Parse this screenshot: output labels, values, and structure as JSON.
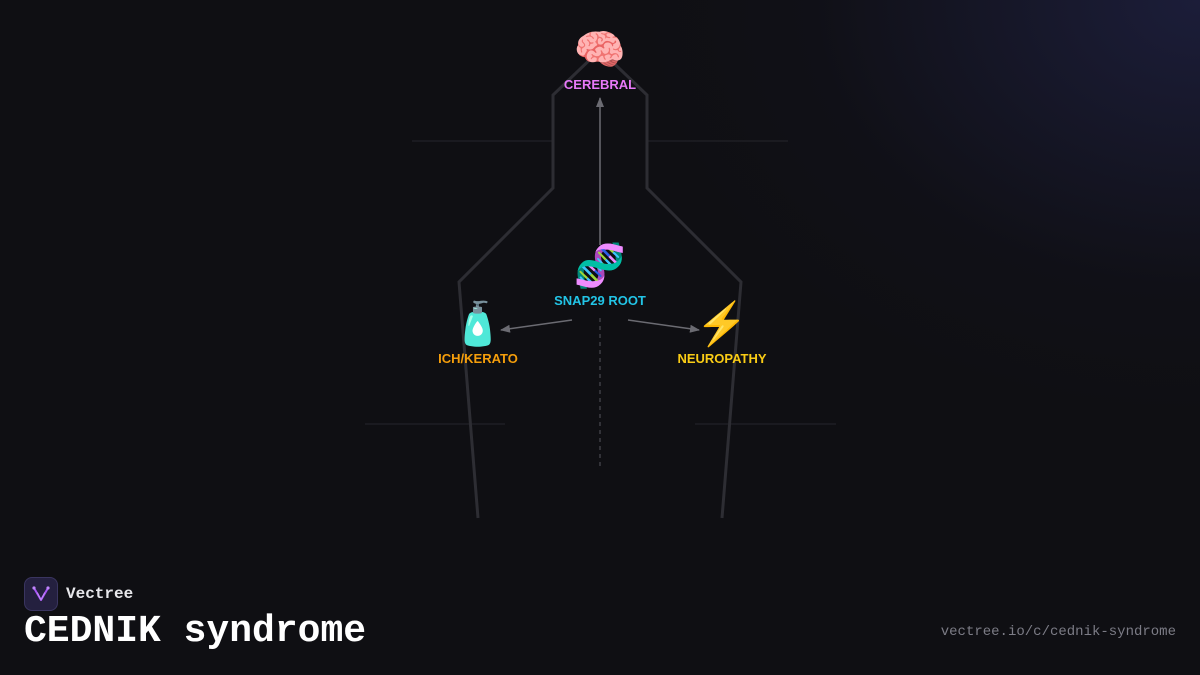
{
  "diagram": {
    "nodes": [
      {
        "id": "cerebral",
        "label": "CEREBRAL",
        "icon": "brain-icon",
        "glyph": "🧠",
        "color": "#e879f9"
      },
      {
        "id": "root",
        "label": "SNAP29 ROOT",
        "icon": "dna-icon",
        "glyph": "🧬",
        "color": "#22c4e6"
      },
      {
        "id": "ich",
        "label": "ICH/KERATO",
        "icon": "lotion-bottle-icon",
        "glyph": "🧴",
        "color": "#f59e0b"
      },
      {
        "id": "neuro",
        "label": "NEUROPATHY",
        "icon": "lightning-icon",
        "glyph": "⚡",
        "color": "#facc15"
      }
    ],
    "edges": [
      {
        "from": "root",
        "to": "cerebral"
      },
      {
        "from": "root",
        "to": "ich"
      },
      {
        "from": "root",
        "to": "neuro"
      }
    ]
  },
  "brand": {
    "name": "Vectree",
    "logo_icon": "vectree-logo-icon",
    "accent": "#a855f7"
  },
  "title": "CEDNIK syndrome",
  "url": "vectree.io/c/cednik-syndrome"
}
